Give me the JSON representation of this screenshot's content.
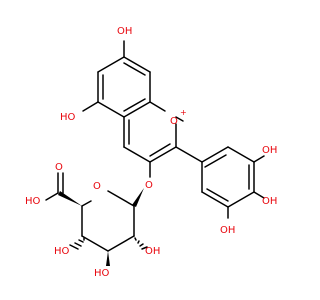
{
  "colors": {
    "bond": "#000000",
    "oxygen": "#e8060d"
  },
  "molecule": {
    "labels": {
      "oh_top": "OH",
      "oh_left": "HO",
      "ring_oxygen": "O",
      "ring_oxygen_charge": "+",
      "oh_right_top": "OH",
      "oh_right_mid": "OH",
      "oh_right_bottom": "OH",
      "ether_oxygen": "O",
      "sugar_ring_oxygen": "O",
      "carbonyl_oxygen": "O",
      "acid_oh": "HO",
      "sugar_oh_left": "HO",
      "sugar_oh_right": "OH",
      "sugar_oh_bottom": "HO"
    }
  }
}
